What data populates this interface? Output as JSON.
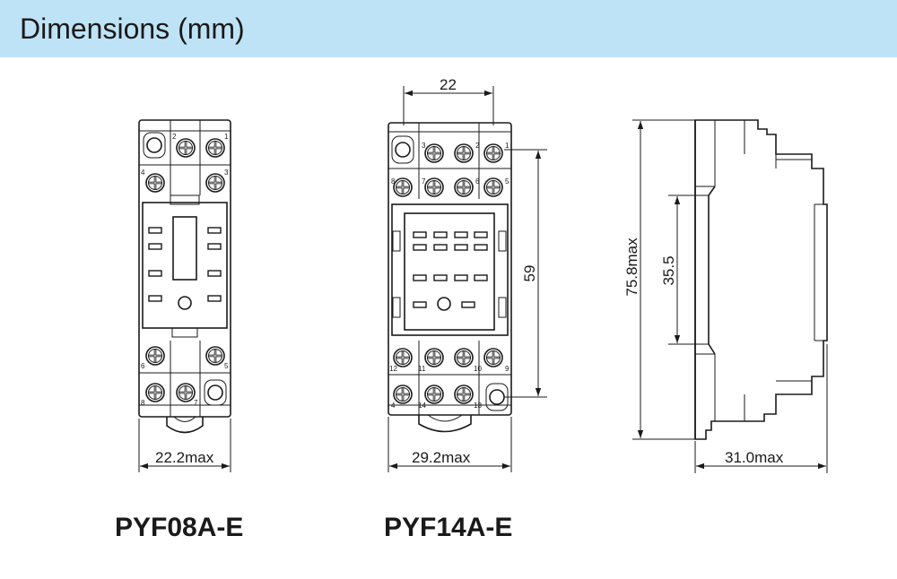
{
  "header": {
    "title": "Dimensions (mm)",
    "color": "#bfe3f6"
  },
  "pyf08": {
    "model": "PYF08A-E",
    "width_dim": "22.2max",
    "pins": {
      "p1": "1",
      "p2": "2",
      "p3": "3",
      "p4": "4",
      "p5": "5",
      "p6": "6",
      "p7": "7",
      "p8": "8"
    }
  },
  "pyf14": {
    "model": "PYF14A-E",
    "width_dim": "29.2max",
    "top_dim": "22",
    "height_dim": "59",
    "pins": {
      "p1": "1",
      "p2": "2",
      "p3": "3",
      "p4": "4",
      "p5": "5",
      "p6": "6",
      "p7": "7",
      "p8": "8",
      "p9": "9",
      "p10": "10",
      "p11": "11",
      "p12": "12",
      "p13": "13",
      "p14": "14"
    }
  },
  "side": {
    "height_dim": "75.8max",
    "rail_dim": "35.5",
    "depth_dim": "31.0max"
  }
}
